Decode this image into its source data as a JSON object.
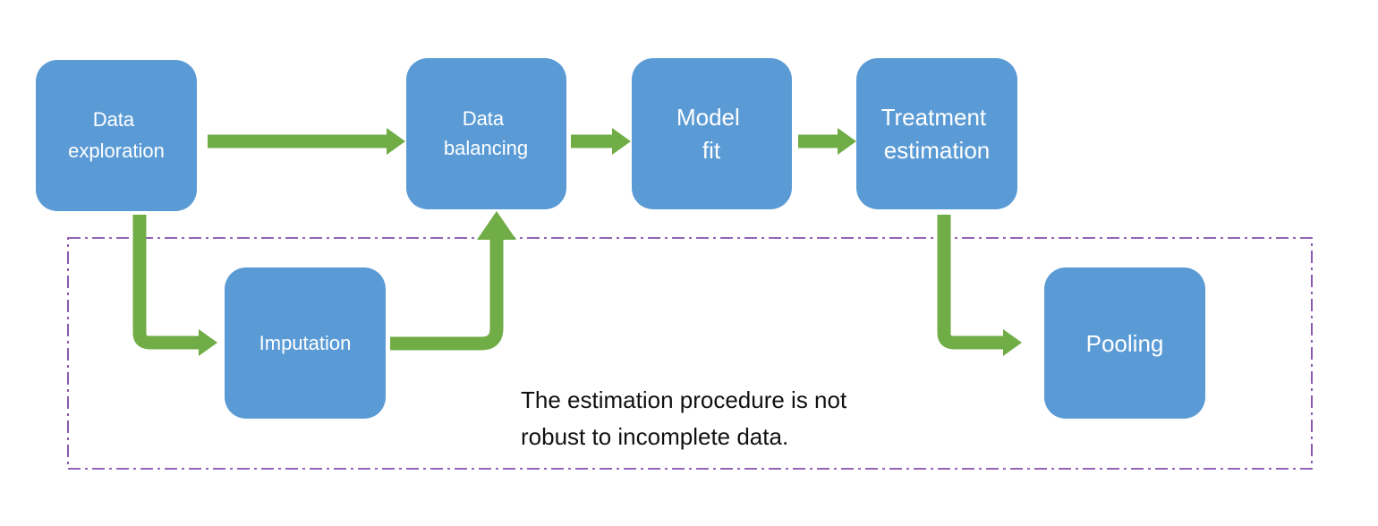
{
  "diagram": {
    "nodes": {
      "data_exploration": [
        "Data",
        "exploration"
      ],
      "data_balancing": [
        "Data",
        "balancing"
      ],
      "model_fit": [
        "Model",
        "fit"
      ],
      "treatment_estimation": [
        "Treatment",
        "estimation"
      ],
      "imputation": [
        "Imputation"
      ],
      "pooling": [
        "Pooling"
      ]
    },
    "note": [
      "The estimation procedure is not",
      "robust to incomplete data."
    ],
    "colors": {
      "node_fill": "#5b9bd5",
      "node_text": "#ffffff",
      "arrow": "#70ad47",
      "dashed_border": "#7030a0",
      "note_text": "#111111"
    }
  }
}
